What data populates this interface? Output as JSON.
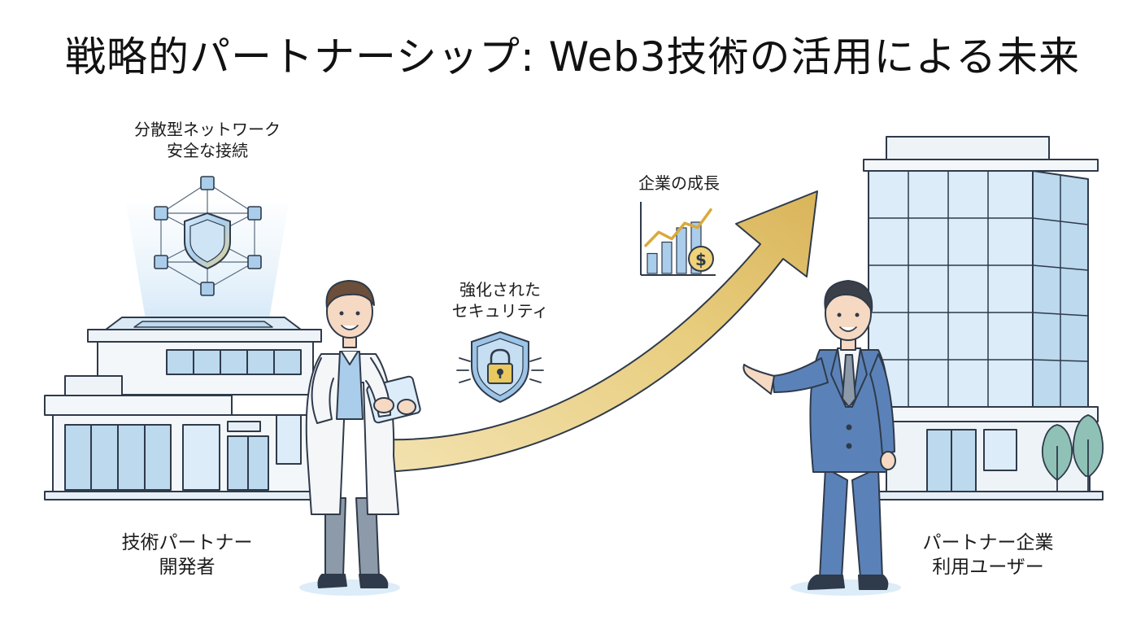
{
  "title": "戦略的パートナーシップ: Web3技術の活用による未来",
  "labels": {
    "network": [
      "分散型ネットワーク",
      "安全な接続"
    ],
    "growth": [
      "企業の成長"
    ],
    "security": [
      "強化された",
      "セキュリティ"
    ],
    "tech_partner": [
      "技術パートナー",
      "開発者"
    ],
    "partner_company": [
      "パートナー企業",
      "利用ユーザー"
    ]
  },
  "growth_chart": {
    "bars": [
      0.35,
      0.55,
      0.8,
      0.9
    ],
    "trend": [
      0.15,
      0.45,
      0.3,
      0.65,
      0.55,
      0.95
    ],
    "coin_symbol": "$"
  },
  "colors": {
    "outline": "#2f3a4a",
    "glass": "#bcd9ee",
    "glass_light": "#dcecf8",
    "arrow": "#e3c46f",
    "arrow_light": "#f3e2b0",
    "suit": "#5b82b8",
    "coat": "#f4f6f8",
    "shield": "#9cc4e6",
    "tree": "#8fc1b6"
  },
  "icons": {
    "network": "network-shield-icon",
    "security": "padlock-shield-icon",
    "chart": "growth-chart-icon",
    "coin": "dollar-coin-icon"
  }
}
